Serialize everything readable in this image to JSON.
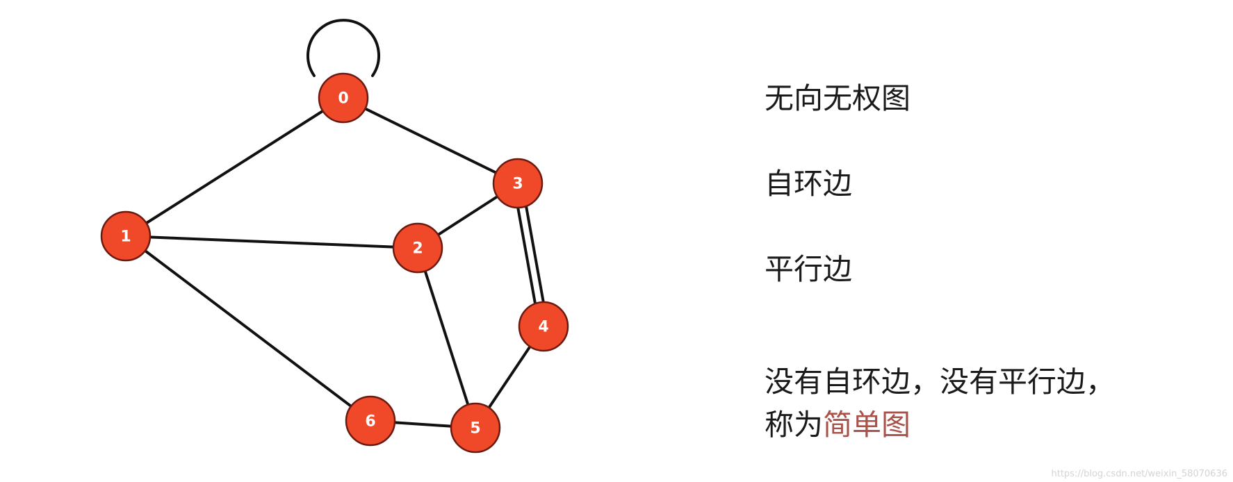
{
  "graph": {
    "nodes": [
      "0",
      "1",
      "2",
      "3",
      "4",
      "5",
      "6"
    ],
    "edges": [
      [
        "0",
        "1"
      ],
      [
        "0",
        "3"
      ],
      [
        "1",
        "2"
      ],
      [
        "1",
        "6"
      ],
      [
        "2",
        "3"
      ],
      [
        "2",
        "5"
      ],
      [
        "3",
        "4"
      ],
      [
        "3",
        "4"
      ],
      [
        "4",
        "5"
      ],
      [
        "5",
        "6"
      ],
      [
        "0",
        "0"
      ]
    ],
    "node_color": "#f0492a",
    "label_color": "#ffffff",
    "edge_color": "#111111"
  },
  "text": {
    "line1": "无向无权图",
    "line2": "自环边",
    "line3": "平行边",
    "line4": "没有自环边，没有平行边，",
    "line5_prefix": "称为",
    "line5_highlight": "简单图",
    "highlight_color": "#a8524a"
  },
  "watermark": "https://blog.csdn.net/weixin_58070636"
}
